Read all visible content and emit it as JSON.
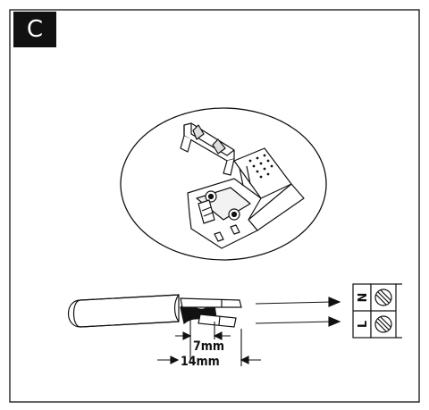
{
  "panel": {
    "label": "C"
  },
  "dimensions": {
    "strip_short": "7mm",
    "strip_long": "14mm"
  },
  "terminal": {
    "top": "N",
    "bottom": "L"
  }
}
